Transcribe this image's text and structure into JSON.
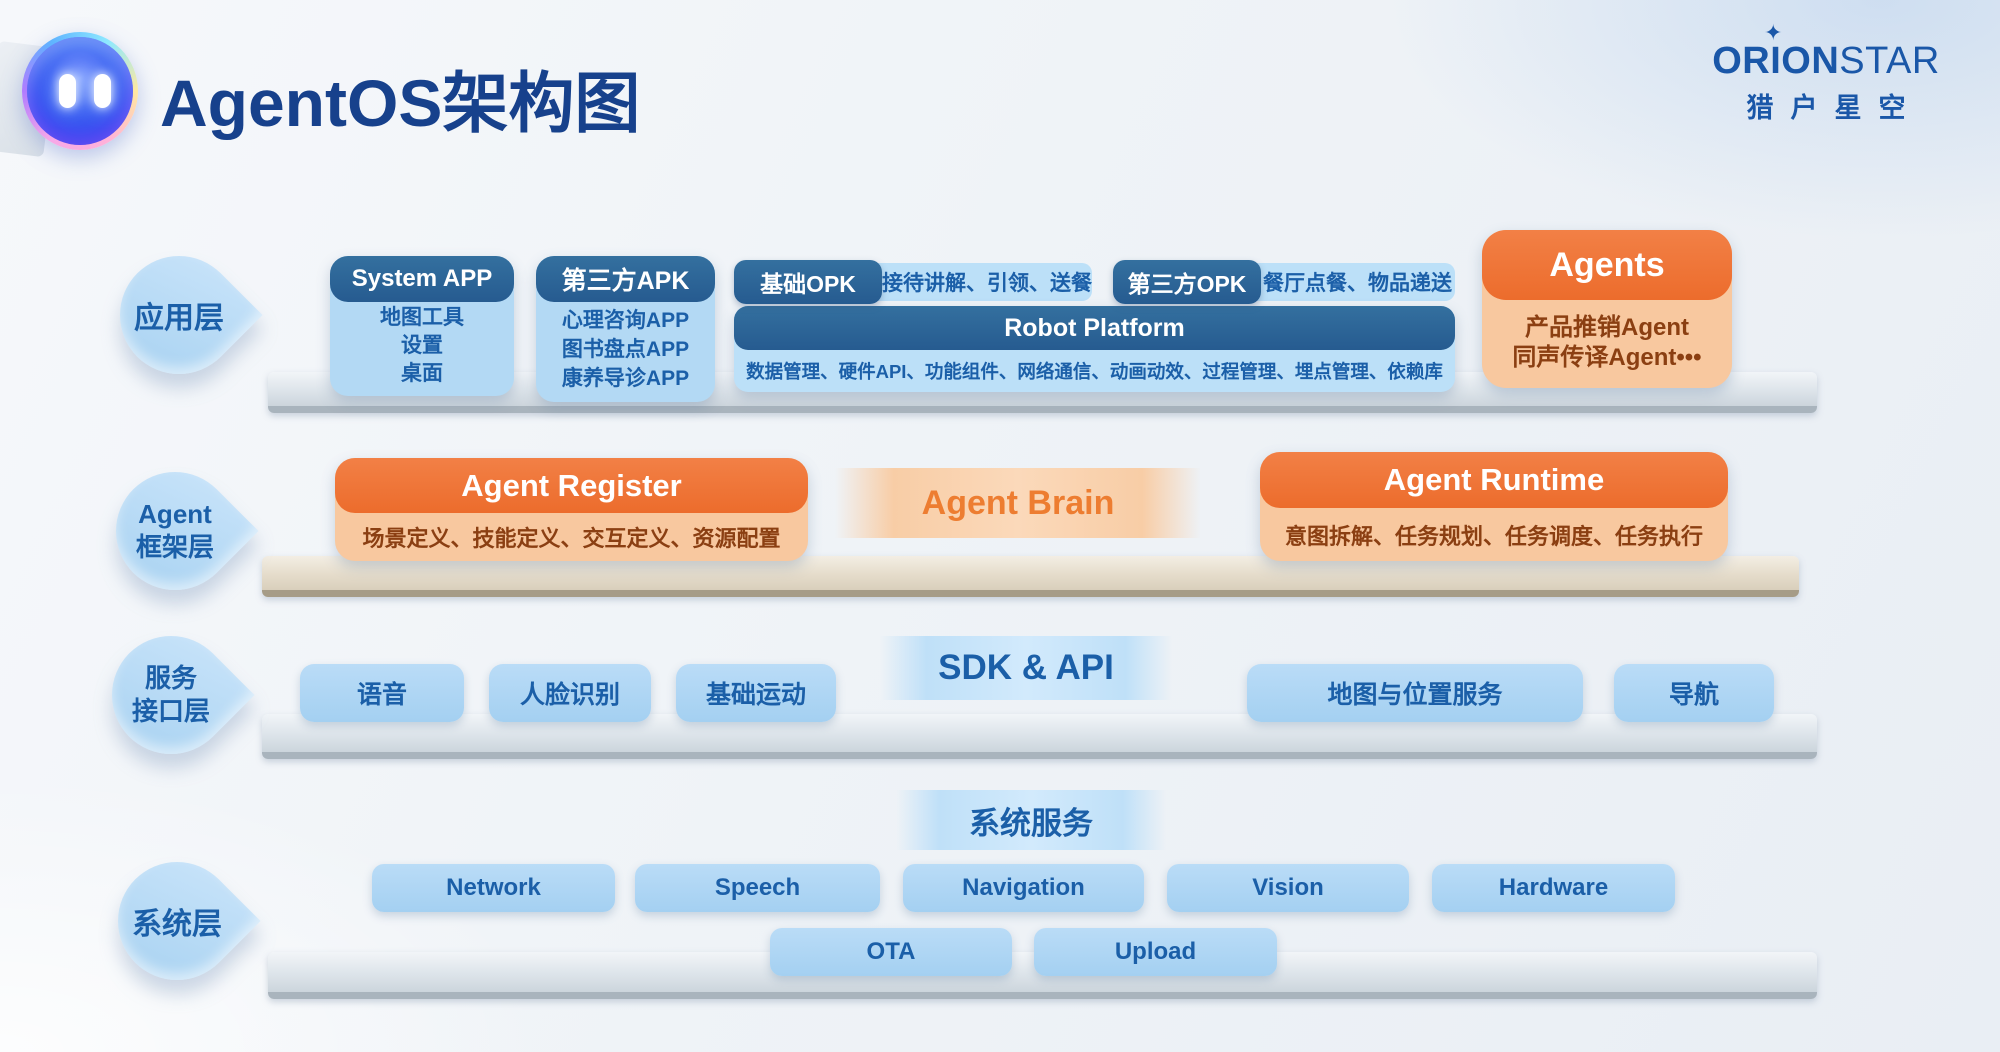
{
  "header": {
    "title": "AgentOS架构图",
    "brand": {
      "name_bold": "ORION",
      "name_light": "STAR",
      "star": "✦",
      "subtitle": "猎户星空"
    }
  },
  "layers": {
    "app": {
      "label": "应用层"
    },
    "framework": {
      "label_line1": "Agent",
      "label_line2": "框架层"
    },
    "service": {
      "label_line1": "服务",
      "label_line2": "接口层"
    },
    "system": {
      "label": "系统层"
    }
  },
  "app_layer": {
    "system_app": {
      "title": "System APP",
      "items": [
        "地图工具",
        "设置",
        "桌面"
      ]
    },
    "third_apk": {
      "title": "第三方APK",
      "items": [
        "心理咨询APP",
        "图书盘点APP",
        "康养导诊APP"
      ]
    },
    "basic_opk": {
      "tag": "基础OPK",
      "desc": "接待讲解、引领、送餐"
    },
    "third_opk": {
      "tag": "第三方OPK",
      "desc": "餐厅点餐、物品递送"
    },
    "robot_platform": {
      "title": "Robot Platform",
      "desc": "数据管理、硬件API、功能组件、网络通信、动画动效、过程管理、埋点管理、依赖库"
    },
    "agents": {
      "title": "Agents",
      "items": [
        "产品推销Agent",
        "同声传译Agent•••"
      ]
    }
  },
  "framework_layer": {
    "register": {
      "title": "Agent Register",
      "desc": "场景定义、技能定义、交互定义、资源配置"
    },
    "brain": {
      "title": "Agent Brain"
    },
    "runtime": {
      "title": "Agent Runtime",
      "desc": "意图拆解、任务规划、任务调度、任务执行"
    }
  },
  "service_layer": {
    "chips": [
      "语音",
      "人脸识别",
      "基础运动"
    ],
    "band": "SDK & API",
    "chips_right": [
      "地图与位置服务",
      "导航"
    ]
  },
  "system_layer": {
    "band": "系统服务",
    "chips_row1": [
      "Network",
      "Speech",
      "Navigation",
      "Vision",
      "Hardware"
    ],
    "chips_row2": [
      "OTA",
      "Upload"
    ]
  },
  "colors": {
    "dark_blue": "#2b649c",
    "light_blue": "#aed5f2",
    "orange": "#ef7438",
    "light_orange": "#f8c89f",
    "text_blue": "#1b5fa8",
    "title_navy": "#17418c",
    "brand_blue": "#1a57a8",
    "text_brown": "#8b3f12",
    "bar_gray": "#ccd5dc",
    "bar_beige": "#d9cfbc"
  }
}
